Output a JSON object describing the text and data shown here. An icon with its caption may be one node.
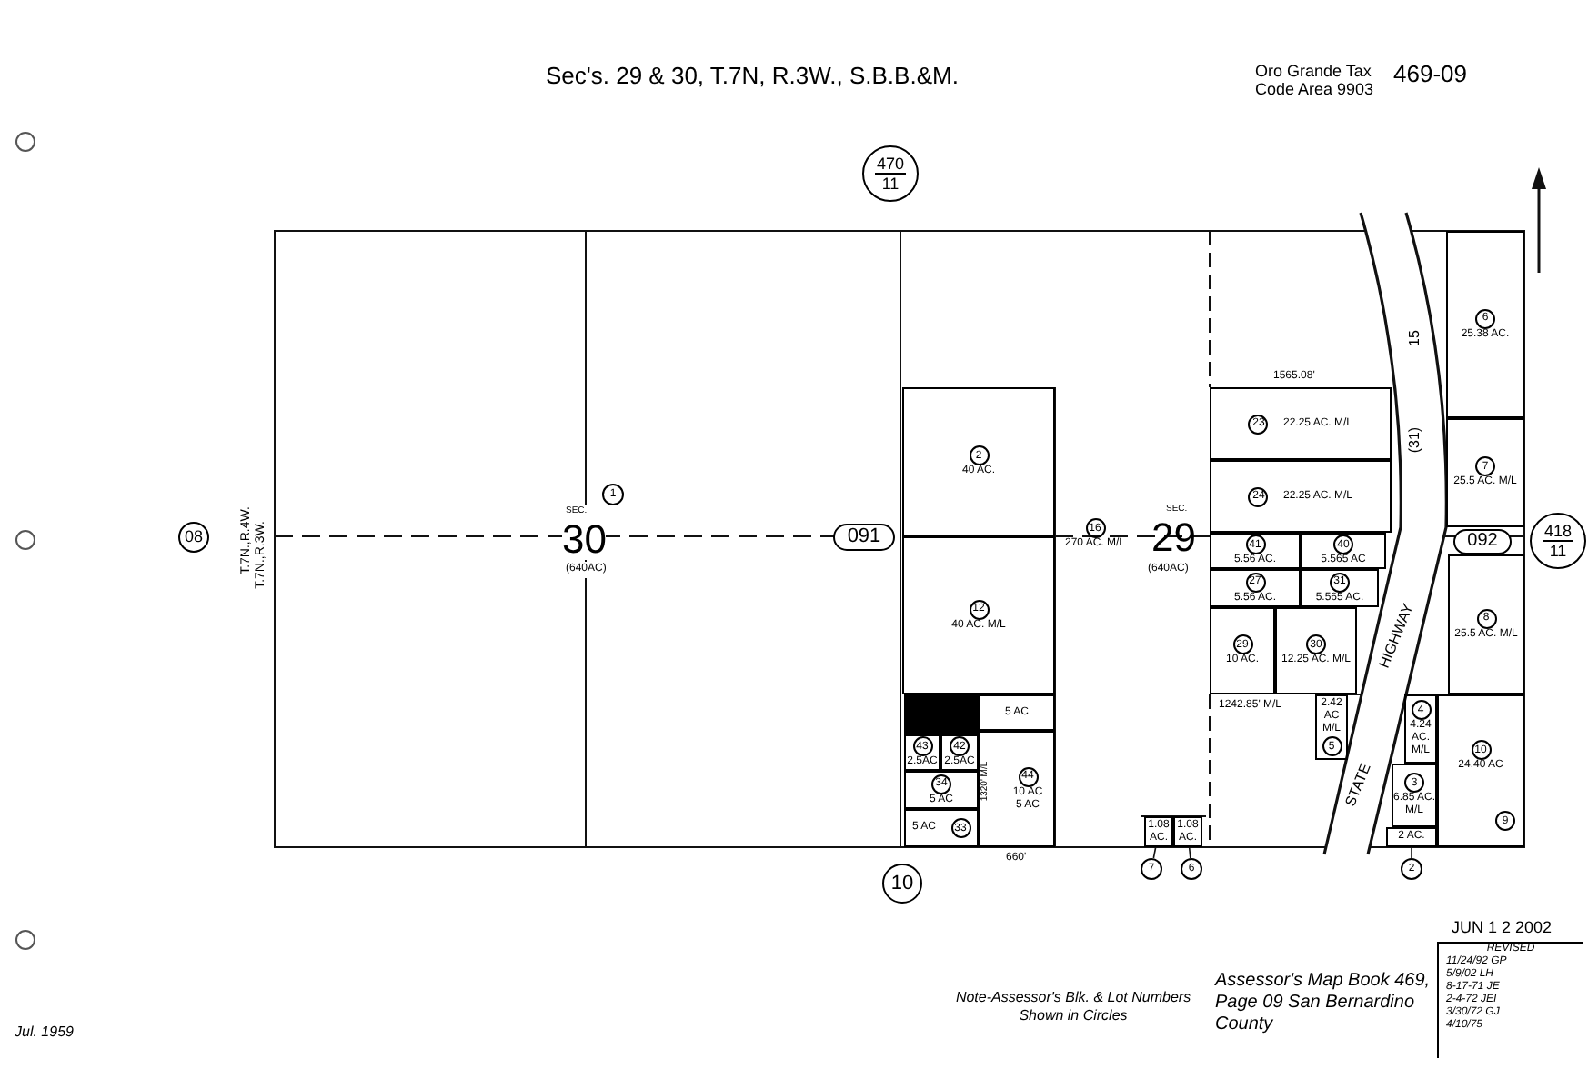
{
  "diagram": {
    "title": "Sec's. 29 & 30, T.7N, R.3W., S.B.B.&M.",
    "nodes": [
      {
        "text": [
          "1"
        ]
      },
      {
        "text": [
          "16",
          "270 AC. M/L"
        ]
      },
      {
        "text": [
          "2",
          "40 AC."
        ]
      },
      {
        "text": [
          "12",
          "40 AC. M/L"
        ]
      },
      {
        "text": [],
        "shape": "box"
      },
      {
        "text": [
          "5 AC"
        ]
      },
      {
        "text": [
          "43",
          "2.5AC"
        ]
      },
      {
        "text": [
          "42",
          "2.5AC"
        ]
      },
      {
        "text": [
          "34",
          "5 AC"
        ]
      },
      {
        "text": [
          "5 AC",
          "33"
        ]
      },
      {
        "text": [
          "44",
          "10 AC",
          "5 AC"
        ]
      },
      {
        "text": [
          "1.08 AC."
        ]
      },
      {
        "text": [
          "1.08 AC."
        ]
      },
      {
        "text": [
          "23",
          "22.25 AC. M/L"
        ],
        "beside": [
          "1565.08'"
        ]
      },
      {
        "text": [
          "24",
          "22.25 AC. M/L"
        ]
      },
      {
        "text": [
          "41",
          "5.56 AC."
        ]
      },
      {
        "text": [
          "40",
          "5.565 AC"
        ]
      },
      {
        "text": [
          "27",
          "5.56 AC."
        ]
      },
      {
        "text": [
          "31",
          "5.565 AC."
        ]
      },
      {
        "text": [
          "29",
          "10 AC."
        ]
      },
      {
        "text": [
          "30",
          "12.25 AC. M/L"
        ]
      },
      {
        "text": [
          "6",
          "25.38 AC."
        ]
      },
      {
        "text": [
          "7",
          "25.5 AC. M/L"
        ]
      },
      {
        "text": [
          "8",
          "25.5 AC. M/L"
        ]
      },
      {
        "text": [
          "2.42 AC M/L",
          "5"
        ]
      },
      {
        "text": [
          "4",
          "4.24 AC. M/L"
        ]
      },
      {
        "text": [
          "3",
          "6.85 AC. M/L"
        ]
      },
      {
        "text": [
          "2 AC."
        ]
      },
      {
        "text": [
          "10",
          "24.40 AC",
          "9"
        ]
      },
      {
        "text": [
          "7"
        ]
      },
      {
        "text": [
          "6"
        ]
      },
      {
        "text": [
          "2"
        ]
      },
      {
        "text": [
          "08"
        ]
      },
      {
        "text": [
          "10"
        ]
      },
      {
        "text": [
          "091"
        ]
      },
      {
        "text": [
          "092"
        ]
      },
      {
        "text": [
          "470",
          "11"
        ]
      },
      {
        "text": [
          "418",
          "11"
        ]
      }
    ],
    "edges": [
      {
        "from": 29,
        "to": 11,
        "arrow": "none"
      },
      {
        "from": 30,
        "to": 12,
        "arrow": "none"
      },
      {
        "from": 31,
        "to": 27,
        "arrow": "none"
      }
    ],
    "labels": [
      "469-09",
      "Oro Grande Tax Code Area 9903",
      "T.7N.,R.4W.",
      "T.7N.,R.3W.",
      "SEC.",
      "30",
      "(640AC)",
      "SEC.",
      "29",
      "(640AC)",
      "15",
      "(31)",
      "HIGHWAY",
      "1242.85' M/L",
      "1320' M/L",
      "STATE",
      "660'",
      "JUN 1 2 2002",
      "REVISED",
      "11/24/92 GP",
      "5/9/02 LH",
      "8-17-71 JE",
      "2-4-72 JEI",
      "3/30/72 GJ",
      "4/10/75",
      "Note-Assessor's Blk. & Lot Numbers Shown in Circles",
      "Assessor's Map Book 469, Page 09 San Bernardino County",
      "Jul. 1959"
    ]
  }
}
